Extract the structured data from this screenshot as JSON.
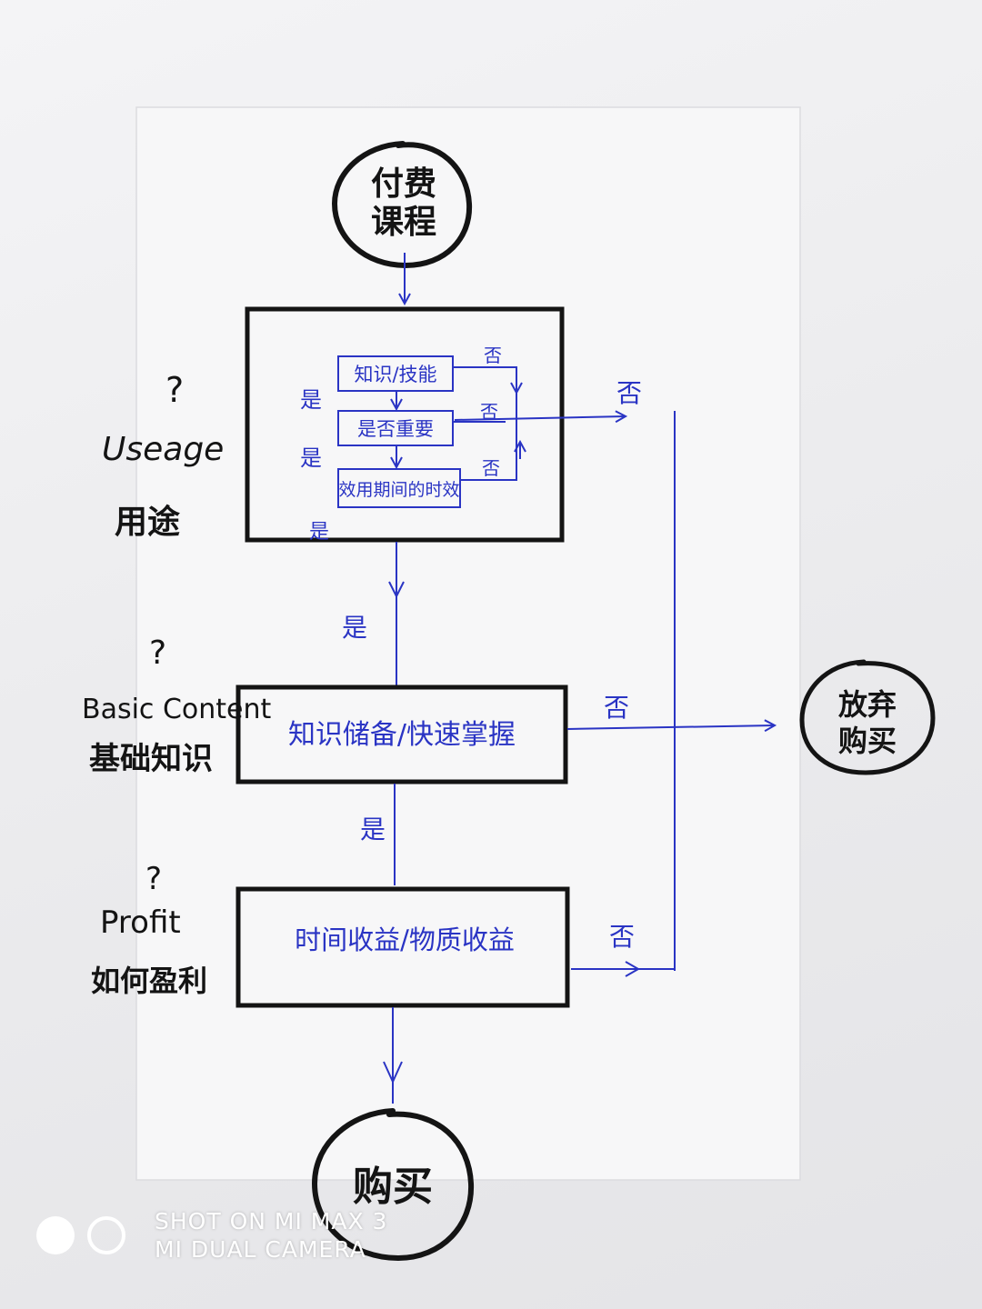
{
  "nodes": {
    "start": "付费课程",
    "end_buy": "购买",
    "end_abandon": "放弃购买"
  },
  "sections": {
    "usage": {
      "question_mark": "?",
      "label_en": "Useage",
      "label_zh": "用途",
      "sub_steps": [
        "知识/技能",
        "是否重要",
        "效用期间的时效"
      ]
    },
    "basic": {
      "question_mark": "?",
      "label_en": "Basic Content",
      "label_zh": "基础知识",
      "box_text": "知识储备/快速掌握"
    },
    "profit": {
      "question_mark": "?",
      "label_en": "Profit",
      "label_zh": "如何盈利",
      "box_text": "时间收益/物质收益"
    }
  },
  "edge_labels": {
    "yes": "是",
    "no": "否"
  },
  "watermark": {
    "line1": "SHOT ON MI MAX 3",
    "line2": "MI DUAL CAMERA"
  },
  "colors": {
    "ink_black": "#141414",
    "ink_blue": "#2a34c4"
  }
}
